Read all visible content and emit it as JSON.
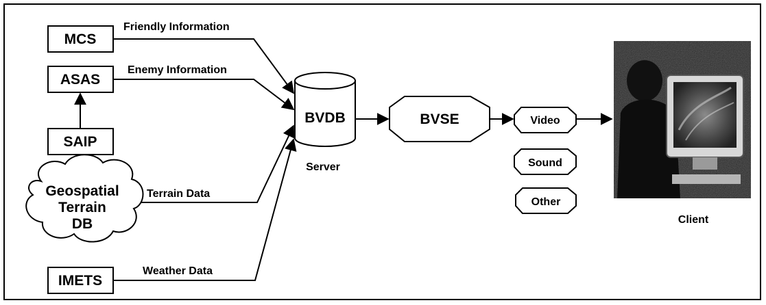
{
  "sources": {
    "mcs": "MCS",
    "asas": "ASAS",
    "saip": "SAIP",
    "geospatial": [
      "Geospatial",
      "Terrain",
      "DB"
    ],
    "imets": "IMETS"
  },
  "edges": {
    "friendly": "Friendly Information",
    "enemy": "Enemy Information",
    "terrain": "Terrain Data",
    "weather": "Weather Data"
  },
  "server": {
    "db_label": "BVDB",
    "caption": "Server"
  },
  "engine": {
    "label": "BVSE"
  },
  "outputs": [
    "Video",
    "Sound",
    "Other"
  ],
  "client": {
    "caption": "Client"
  },
  "colors": {
    "line": "#000000",
    "background": "#ffffff",
    "photo_dark": "#1a1a1a"
  }
}
